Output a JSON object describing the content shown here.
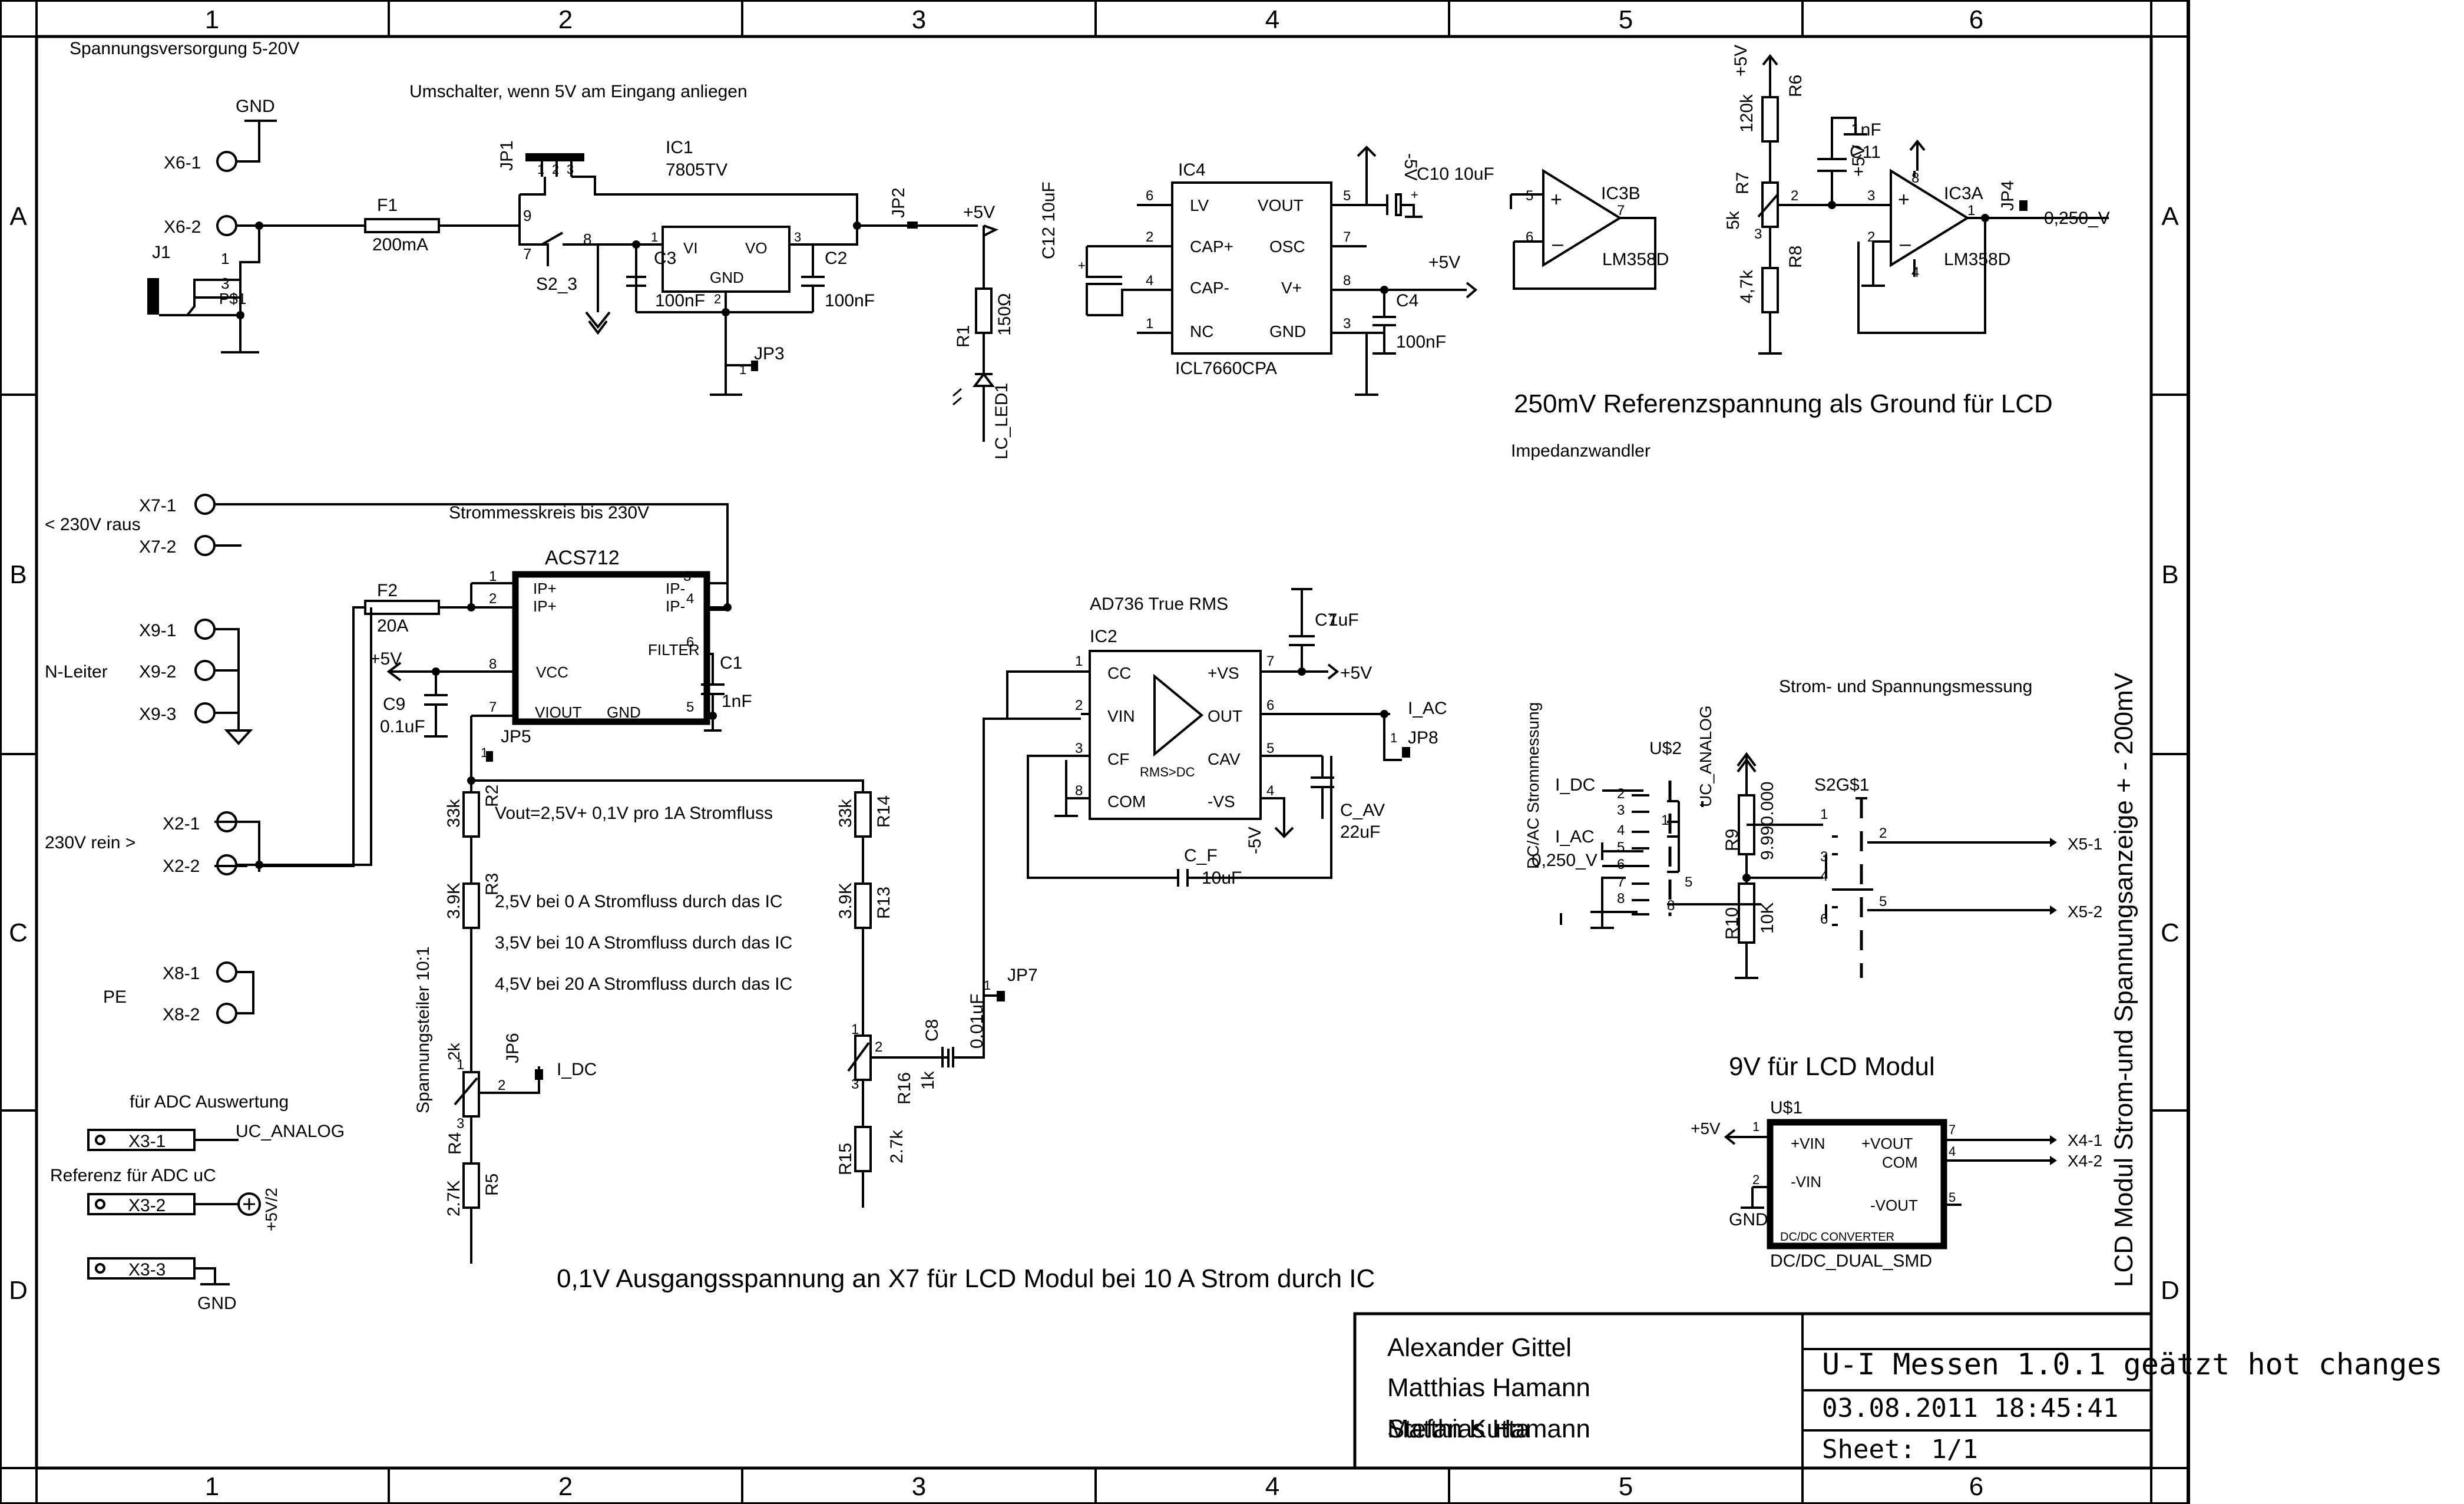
{
  "frame": {
    "columns": [
      "1",
      "2",
      "3",
      "4",
      "5",
      "6"
    ],
    "rows": [
      "A",
      "B",
      "C",
      "D"
    ]
  },
  "sections": {
    "power_supply": "Spannungsversorgung 5-20V",
    "switch_note": "Umschalter, wenn 5V am Eingang anliegen",
    "reference_note": "250mV Referenzspannung als Ground für LCD",
    "impedance": "Impedanzwandler",
    "current_circuit": "Strommesskreis bis 230V",
    "true_rms": "AD736 True RMS",
    "measure_title": "Strom- und Spannungsmessung",
    "dcac_label": "DC/AC Strommessung",
    "lcd_vertical": "LCD Modul Strom-und Spannungsanzeige + - 200mV",
    "lcd_9v": "9V für LCD Modul",
    "adc_eval": "für ADC Auswertung",
    "adc_ref": "Referenz für ADC uC",
    "divider": "Spannungsteiler 10:1",
    "vout_formula": "Vout=2,5V+ 0,1V pro 1A Stromfluss",
    "note_0a": "2,5V bei 0 A Stromfluss durch das IC",
    "note_10a": "3,5V bei 10 A Stromfluss durch das IC",
    "note_20a": "4,5V bei 20 A Stromfluss durch das IC",
    "bottom_note": "0,1V Ausgangsspannung an X7 für LCD Modul bei 10 A Strom durch IC"
  },
  "connectors": {
    "x6_1": "X6-1",
    "x6_2": "X6-2",
    "j1": "J1",
    "ps1": "P$1",
    "x7_1": "X7-1",
    "x7_2": "X7-2",
    "out_230": "< 230V raus",
    "x9_1": "X9-1",
    "x9_2": "X9-2",
    "x9_3": "X9-3",
    "n_leiter": "N-Leiter",
    "x2_1": "X2-1",
    "x2_2": "X2-2",
    "in_230": "230V rein >",
    "x8_1": "X8-1",
    "x8_2": "X8-2",
    "pe": "PE",
    "x3_1": "X3-1",
    "x3_2": "X3-2",
    "x3_3": "X3-3",
    "x5_1": "X5-1",
    "x5_2": "X5-2",
    "x4_1": "X4-1",
    "x4_2": "X4-2"
  },
  "nets": {
    "gnd": "GND",
    "p5v": "+5V",
    "m5v": "-5V",
    "i_ac": "I_AC",
    "i_dc": "I_DC",
    "uc_analog": "UC_ANALOG",
    "v250": "0,250_V",
    "p5v2": "+5V/2"
  },
  "parts": {
    "f1": "F1",
    "f1_val": "200mA",
    "jp1": "JP1",
    "s2_3": "S2_3",
    "ic1": "IC1",
    "ic1_type": "7805TV",
    "ic1_vi": "VI",
    "ic1_vo": "VO",
    "ic1_gnd": "GND",
    "c3": "C3",
    "c3_val": "100nF",
    "c2": "C2",
    "c2_val": "100nF",
    "jp3": "JP3",
    "jp2": "JP2",
    "r1": "R1",
    "r1_val": "150Ω",
    "led": "LC_LED1",
    "c12": "C12 10uF",
    "ic4": "IC4",
    "ic4_type": "ICL7660CPA",
    "ic4_lv": "LV",
    "ic4_capp": "CAP+",
    "ic4_capm": "CAP-",
    "ic4_nc": "NC",
    "ic4_vout": "VOUT",
    "ic4_osc": "OSC",
    "ic4_vp": "V+",
    "ic4_gnd": "GND",
    "c10": "C10 10uF",
    "c4": "C4",
    "c4_val": "100nF",
    "ic3b": "IC3B",
    "ic3b_type": "LM358D",
    "ic3a": "IC3A",
    "ic3a_type": "LM358D",
    "r6": "R6",
    "r6_val": "120k",
    "r7": "R7",
    "r7_val": "5k",
    "r8": "R8",
    "r8_val": "4,7k",
    "c11": "C11",
    "c11_val": "1nF",
    "jp4": "JP4",
    "f2": "F2",
    "f2_val": "20A",
    "acs": "ACS712",
    "acs_ip1": "IP+",
    "acs_ip2": "IP+",
    "acs_im1": "IP-",
    "acs_im2": "IP-",
    "acs_filter": "FILTER",
    "acs_vcc": "VCC",
    "acs_viout": "VIOUT",
    "acs_gnd": "GND",
    "c1": "C1",
    "c1_val": "1nF",
    "c9": "C9",
    "c9_val": "0.1uF",
    "jp5": "JP5",
    "r2": "R2",
    "r2_val": "33k",
    "r3": "R3",
    "r3_val": "3.9K",
    "r4": "R4",
    "r4_val": "2k",
    "r5": "R5",
    "r5_val": "2.7K",
    "jp6": "JP6",
    "r14": "R14",
    "r14_val": "33k",
    "r13": "R13",
    "r13_val": "3.9K",
    "r16": "R16",
    "r16_val": "1k",
    "r15": "R15",
    "r15_val": "2.7k",
    "c8": "C8",
    "c8_val": "0.01uF",
    "jp7": "JP7",
    "ic2": "IC2",
    "ic2_cc": "CC",
    "ic2_vin": "VIN",
    "ic2_cf": "CF",
    "ic2_com": "COM",
    "ic2_vs_p": "+VS",
    "ic2_out": "OUT",
    "ic2_cav": "CAV",
    "ic2_vs_m": "-VS",
    "rms": "RMS>DC",
    "c7": "C7",
    "c7_val": "1uF",
    "c_av": "C_AV",
    "c_av_val": "22uF",
    "c_f": "C_F",
    "c_f_val": "10uF",
    "jp8": "JP8",
    "u2": "U$2",
    "s2g1": "S2G$1",
    "r9": "R9",
    "r9_val": "9.990.000",
    "r10": "R10",
    "r10_val": "10K",
    "u1": "U$1",
    "u1_vin_p": "+VIN",
    "u1_vin_m": "-VIN",
    "u1_vout_p": "+VOUT",
    "u1_com": "COM",
    "u1_vout_m": "-VOUT",
    "u1_conv": "DC/DC CONVERTER",
    "u1_type": "DC/DC_DUAL_SMD"
  },
  "pins": {
    "p1": "1",
    "p2": "2",
    "p3": "3",
    "p4": "4",
    "p5": "5",
    "p6": "6",
    "p7": "7",
    "p8": "8",
    "p9": "9"
  },
  "title_block": {
    "author1": "Alexander Gittel",
    "author2": "Matthias Hamann",
    "author3": "Stefan Kutta",
    "author3b": "Matthias Hamann",
    "title": "U-I Messen 1.0.1 geätzt hot changes",
    "date": "03.08.2011 18:45:41",
    "sheet": "Sheet: 1/1"
  }
}
